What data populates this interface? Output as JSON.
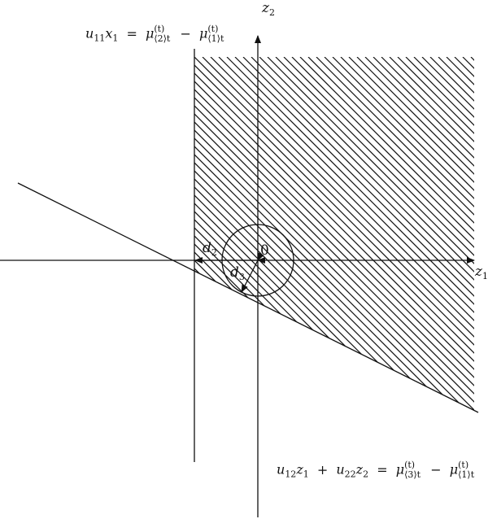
{
  "axes": {
    "vertical_label": {
      "base": "z",
      "sub": "2"
    },
    "horizontal_label": {
      "base": "z",
      "sub": "1"
    },
    "origin_label": "0"
  },
  "distances": [
    {
      "base": "d",
      "sub": "2"
    },
    {
      "base": "d",
      "sub": "3"
    }
  ],
  "equation_top": {
    "lhs": [
      {
        "base": "u",
        "sub": "11"
      },
      {
        "base": "x",
        "sub": "1"
      }
    ],
    "equals": "=",
    "term1": {
      "base": "μ",
      "sup": "(t)",
      "sub": "⟨2⟩t"
    },
    "minus": "−",
    "term2": {
      "base": "μ",
      "sup": "(t)",
      "sub": "⟨1⟩t"
    }
  },
  "equation_bottom": {
    "lhs1": [
      {
        "base": "u",
        "sub": "12"
      },
      {
        "base": "z",
        "sub": "1"
      }
    ],
    "plus": "+",
    "lhs2": [
      {
        "base": "u",
        "sub": "22"
      },
      {
        "base": "z",
        "sub": "2"
      }
    ],
    "equals": "=",
    "term1": {
      "base": "μ",
      "sup": "(t)",
      "sub": "⟨3⟩t"
    },
    "minus": "−",
    "term2": {
      "base": "μ",
      "sup": "(t)",
      "sub": "⟨1⟩t"
    }
  },
  "colors": {
    "line": "#111111",
    "background": "#ffffff"
  }
}
